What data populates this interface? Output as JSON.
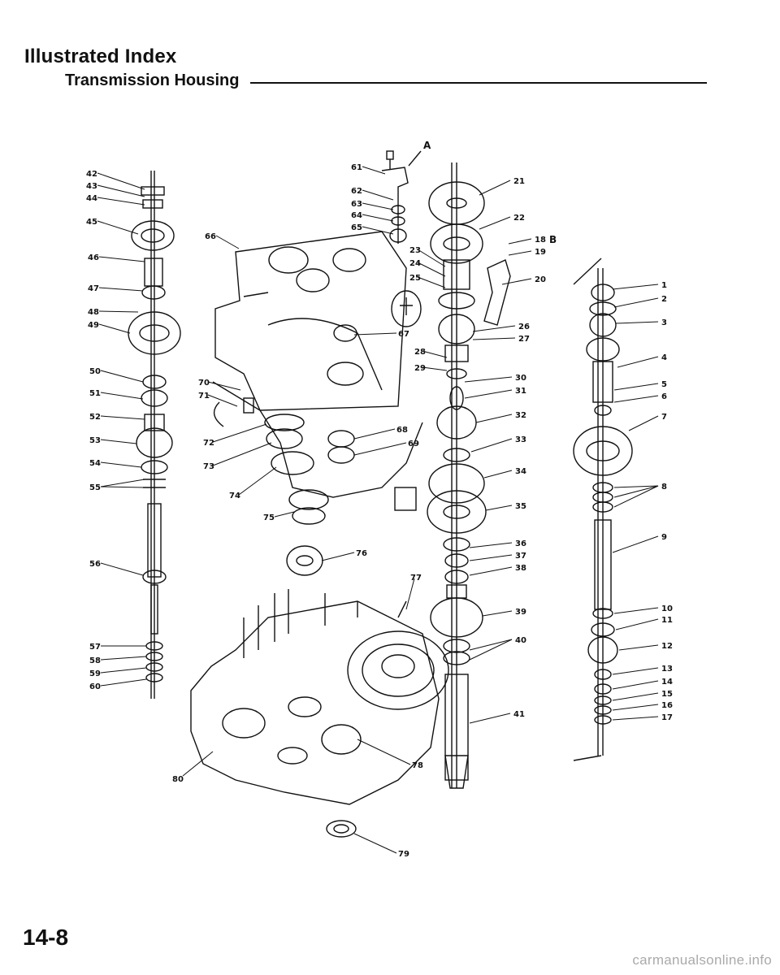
{
  "header": {
    "title": "Illustrated Index",
    "section": "Transmission Housing"
  },
  "footer": {
    "page_number": "14-8",
    "watermark": "carmanualsonline.info"
  },
  "diagram": {
    "letter_a": "A",
    "letter_b": "B",
    "callouts": [
      "1",
      "2",
      "3",
      "4",
      "5",
      "6",
      "7",
      "8",
      "9",
      "10",
      "11",
      "12",
      "13",
      "14",
      "15",
      "16",
      "17",
      "18",
      "19",
      "20",
      "21",
      "22",
      "23",
      "24",
      "25",
      "26",
      "27",
      "28",
      "29",
      "30",
      "31",
      "32",
      "33",
      "34",
      "35",
      "36",
      "37",
      "38",
      "39",
      "40",
      "41",
      "42",
      "43",
      "44",
      "45",
      "46",
      "47",
      "48",
      "49",
      "50",
      "51",
      "52",
      "53",
      "54",
      "55",
      "56",
      "57",
      "58",
      "59",
      "60",
      "61",
      "62",
      "63",
      "64",
      "65",
      "66",
      "67",
      "68",
      "69",
      "70",
      "71",
      "72",
      "73",
      "74",
      "75",
      "76",
      "77",
      "78",
      "79",
      "80"
    ]
  }
}
